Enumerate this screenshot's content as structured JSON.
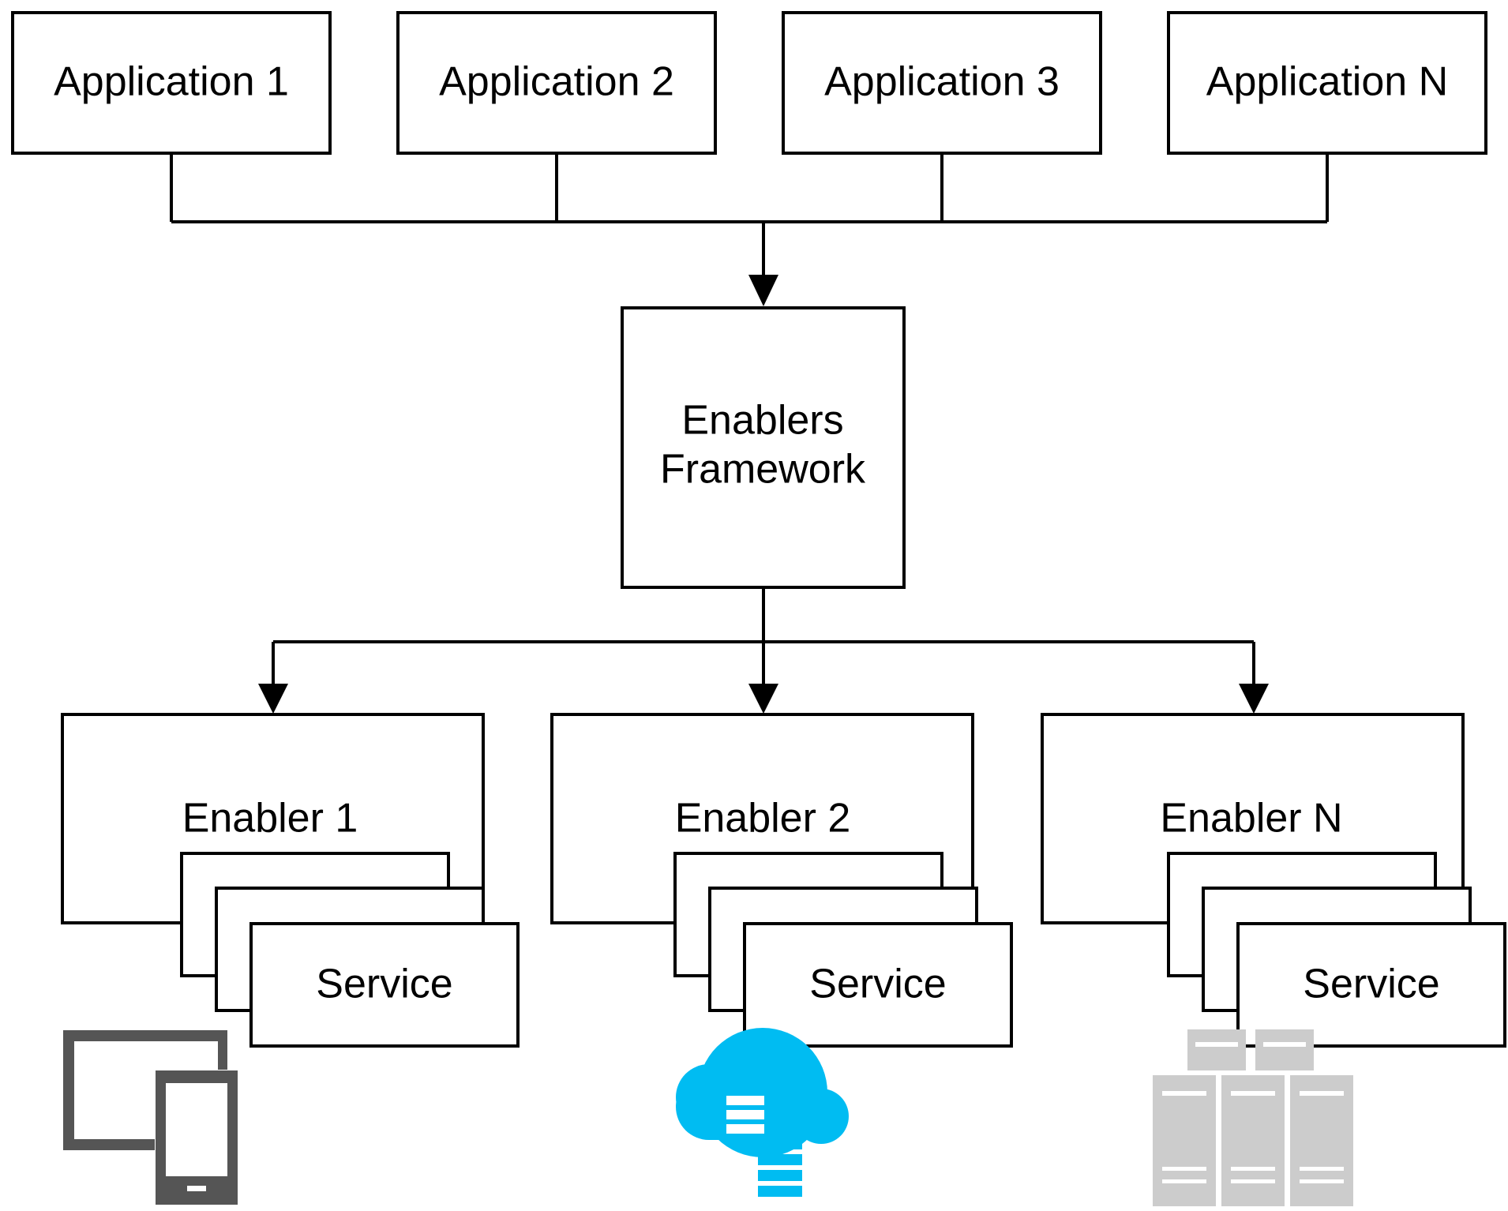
{
  "applications": [
    {
      "label": "Application 1"
    },
    {
      "label": "Application 2"
    },
    {
      "label": "Application 3"
    },
    {
      "label": "Application N"
    }
  ],
  "framework": {
    "line1": "Enablers",
    "line2": "Framework"
  },
  "enablers": [
    {
      "label": "Enabler 1",
      "service_label": "Service",
      "icon": "devices-icon",
      "icon_color": "#555555"
    },
    {
      "label": "Enabler 2",
      "service_label": "Service",
      "icon": "cloud-storage-icon",
      "icon_color": "#00bcf2"
    },
    {
      "label": "Enabler N",
      "service_label": "Service",
      "icon": "server-rack-icon",
      "icon_color": "#cccccc"
    }
  ]
}
